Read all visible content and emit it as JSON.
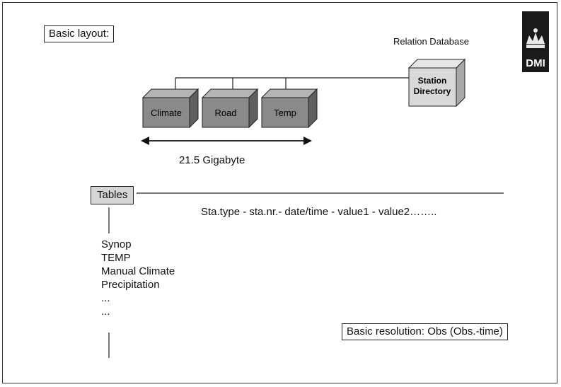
{
  "slide": {
    "title": "Basic layout:",
    "relation_label": "Relation Database",
    "logo_text": "DMI",
    "cubes": [
      "Climate",
      "Road",
      "Temp"
    ],
    "station_line1": "Station",
    "station_line2": "Directory",
    "size_label": "21.5 Gigabyte",
    "tables_label": "Tables",
    "record_format": "Sta.type - sta.nr.- date/time - value1 - value2……..",
    "table_list": [
      "Synop",
      "TEMP",
      "Manual Climate",
      "Precipitation",
      "...",
      "..."
    ],
    "resolution_label": "Basic resolution: Obs (Obs.-time)"
  },
  "colors": {
    "cube_front": "#8a8a8a",
    "cube_top": "#b4b4b4",
    "cube_side": "#5f5f5f",
    "station_front": "#d9d9d9",
    "tables_fill": "#d6d6d6",
    "logo_bg": "#1a1a1a"
  }
}
